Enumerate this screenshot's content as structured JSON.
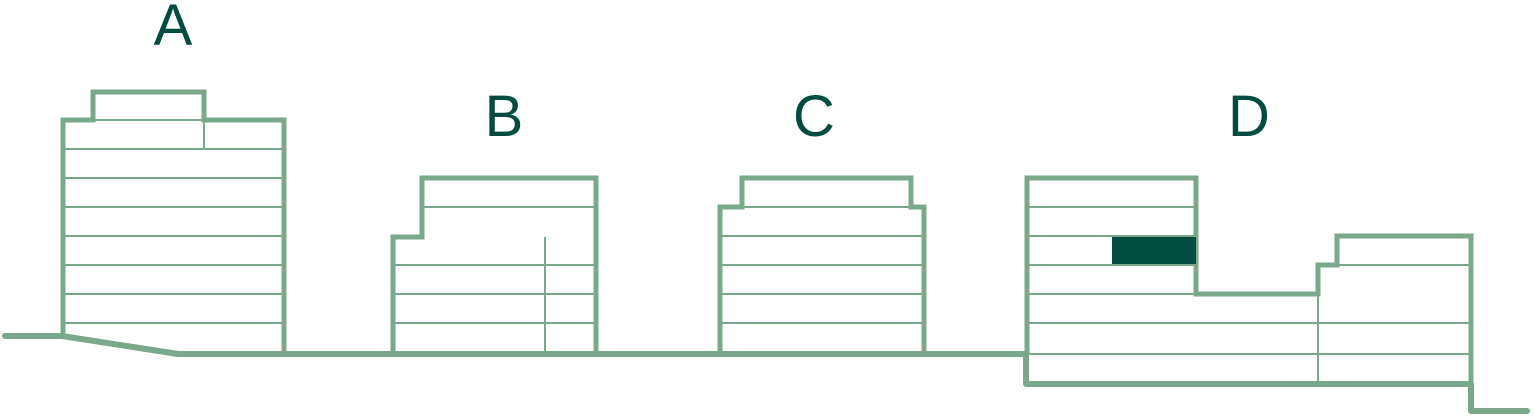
{
  "buildings": [
    {
      "label": "A"
    },
    {
      "label": "B"
    },
    {
      "label": "C"
    },
    {
      "label": "D"
    }
  ],
  "colors": {
    "outline": "#79a88a",
    "highlight_unit": "#004d3f",
    "label_text": "#004d3f",
    "background": "#ffffff"
  }
}
